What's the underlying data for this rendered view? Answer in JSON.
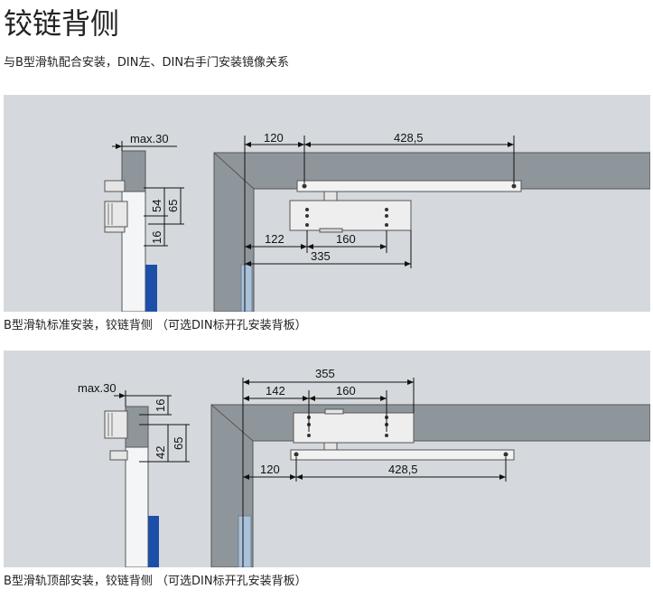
{
  "page": {
    "title": "铰链背侧",
    "subtitle": "与B型滑轨配合安装，DIN左、DIN右手门安装镜像关系"
  },
  "figures": [
    {
      "caption": "B型滑轨标准安装，铰链背侧 （可选DIN标开孔安装背板）",
      "side_dims": {
        "max": "max.30",
        "d54": "54",
        "d65": "65",
        "d16": "16"
      },
      "front_dims": {
        "d120": "120",
        "d428": "428,5",
        "d122": "122",
        "d160": "160",
        "d335": "335"
      }
    },
    {
      "caption": "B型滑轨顶部安装，铰链背侧 （可选DIN标开孔安装背板）",
      "side_dims": {
        "max": "max.30",
        "d16": "16",
        "d65": "65",
        "d42": "42"
      },
      "front_dims": {
        "d355": "355",
        "d142": "142",
        "d160": "160",
        "d120": "120",
        "d428": "428,5"
      }
    }
  ],
  "colors": {
    "panel_bg": "#d5d9dd",
    "frame": "#8a9196",
    "blue_part": "#1e4fa8",
    "light_blue_part": "#a9c1d9"
  }
}
